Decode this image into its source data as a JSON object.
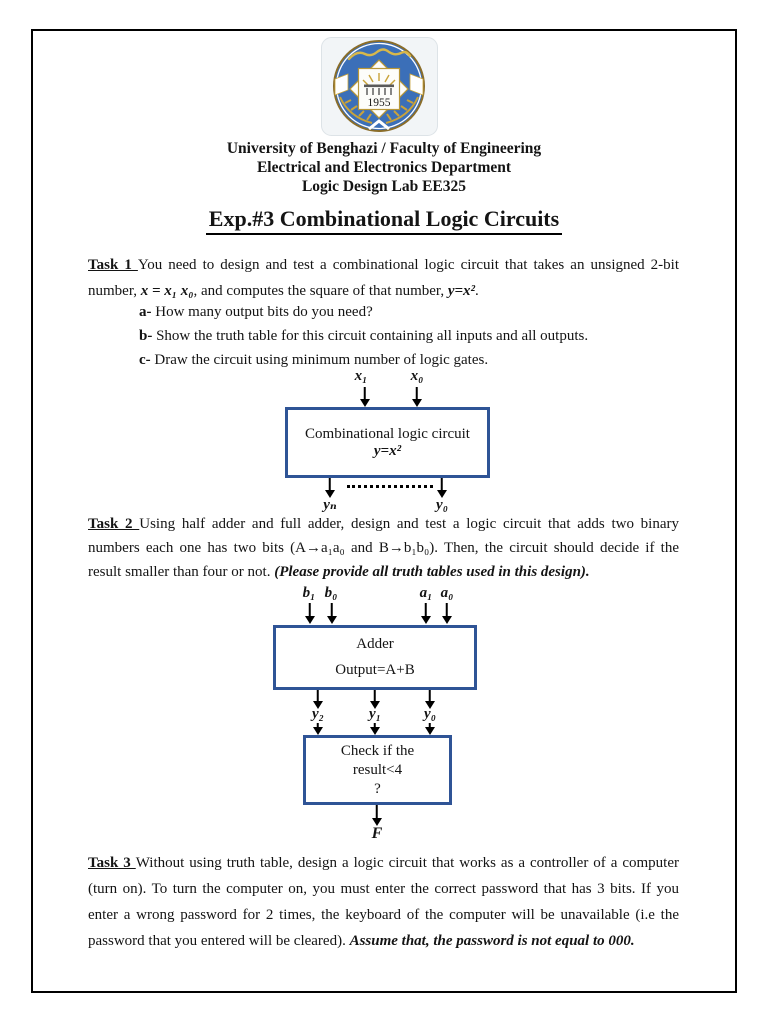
{
  "logo": {
    "year": "1955"
  },
  "header": {
    "line1": "University of Benghazi / Faculty of Engineering",
    "line2": "Electrical and Electronics Department",
    "line3": "Logic Design Lab EE325",
    "title": "Exp.#3 Combinational Logic Circuits"
  },
  "task1": {
    "label": "Task 1 ",
    "l1": "You need to design and test a combinational logic circuit that takes an unsigned 2-bit",
    "l2a": "number, ",
    "l2b": "x = x₁ x₀",
    "l2c": ", and computes the square of that number, ",
    "l2d": "y=x²",
    "l2e": ".",
    "items": [
      {
        "label": "a-",
        "text": " How many output bits do you need?"
      },
      {
        "label": "b-",
        "text": " Show the truth table for this circuit containing all inputs and all outputs."
      },
      {
        "label": "c-",
        "text": " Draw the circuit using minimum number of logic gates."
      }
    ]
  },
  "diagram1": {
    "input_labels": [
      "x₁",
      "x₀"
    ],
    "box_line1": "Combinational logic circuit",
    "box_line2": "y=x²",
    "output_labels": [
      "yₙ",
      "y₀"
    ]
  },
  "task2": {
    "label": "Task 2 ",
    "l1": "Using half adder and full adder, design and test a logic circuit that adds two binary",
    "l2": "numbers each one has two bits (A→a₁a₀ and B→b₁b₀). Then, the circuit should decide if the",
    "l3a": "result smaller than four or not. ",
    "l3b": "(Please provide all truth tables used in this design)."
  },
  "diagram2": {
    "input_labels": [
      "b₁",
      "b₀",
      "a₁",
      "a₀"
    ],
    "adder_line1": "Adder",
    "adder_line2": "Output=A+B",
    "mid_labels": [
      "y₂",
      "y₁",
      "y₀"
    ],
    "check_lines": [
      "Check if the",
      "result<4",
      "?"
    ],
    "output_label": "F"
  },
  "task3": {
    "label": "Task 3 ",
    "l1": "Without using truth table, design a logic circuit that works as a controller of a computer",
    "l2": "(turn on). To turn the computer on, you must enter the correct password that has 3 bits. If you",
    "l3": "enter a wrong password for 2 times, the keyboard of the computer will be unavailable (i.e the",
    "l4a": "password that you entered will be cleared). ",
    "l4b": "Assume that, the password is not equal to 000."
  },
  "colors": {
    "diagram_box_border": "#2f5496",
    "logo_blue": "#3b6fb8",
    "logo_gold": "#c9a33a",
    "text": "#141414"
  }
}
